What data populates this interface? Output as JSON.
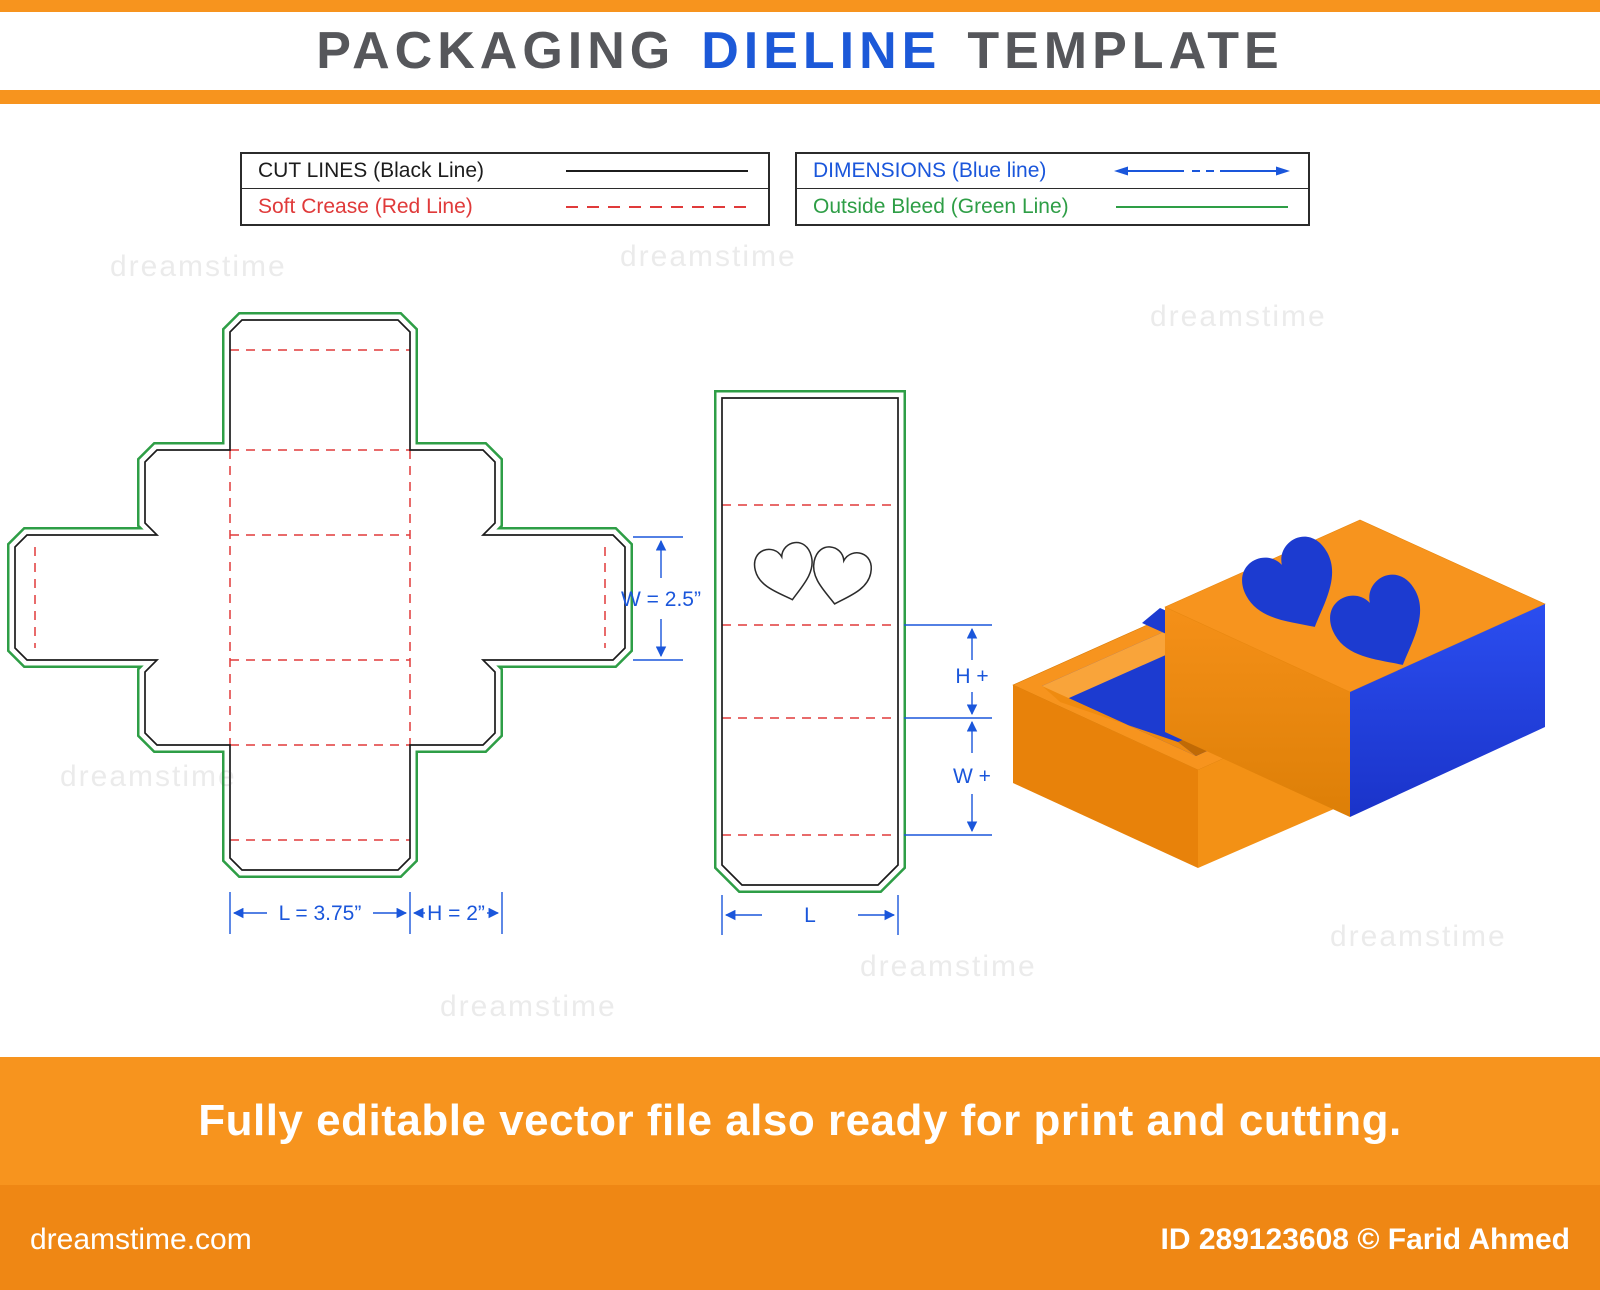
{
  "header": {
    "word1": "PACKAGING",
    "word2": "DIELINE",
    "word3": "TEMPLATE"
  },
  "legend": {
    "cut": {
      "label": "CUT LINES (Black Line)"
    },
    "crease": {
      "label": "Soft Crease (Red Line)"
    },
    "dims": {
      "label": "DIMENSIONS (Blue line)"
    },
    "bleed": {
      "label": "Outside Bleed (Green Line)"
    }
  },
  "dieline_main": {
    "dim_w": "W = 2.5”",
    "dim_l": "L = 3.75”",
    "dim_h": "H = 2”"
  },
  "dieline_sleeve": {
    "dim_h": "H +",
    "dim_w": "W +",
    "dim_l": "L"
  },
  "banner": {
    "message": "Fully editable vector file also ready for print and cutting."
  },
  "footer": {
    "site": "dreamstime.com",
    "credit": "ID 289123608 © Farid Ahmed"
  },
  "watermark": {
    "text": "dreamstime"
  },
  "colors": {
    "orange": "#f7941e",
    "footer_orange": "#ef8714",
    "dimension_blue": "#1a56db",
    "title_blue": "#1c59d8",
    "title_gray": "#56575b",
    "bleed_green": "#2e9e46",
    "crease_red": "#e03a3a",
    "cut_black": "#1c1c1c",
    "box_blue": "#1c3bd0"
  }
}
